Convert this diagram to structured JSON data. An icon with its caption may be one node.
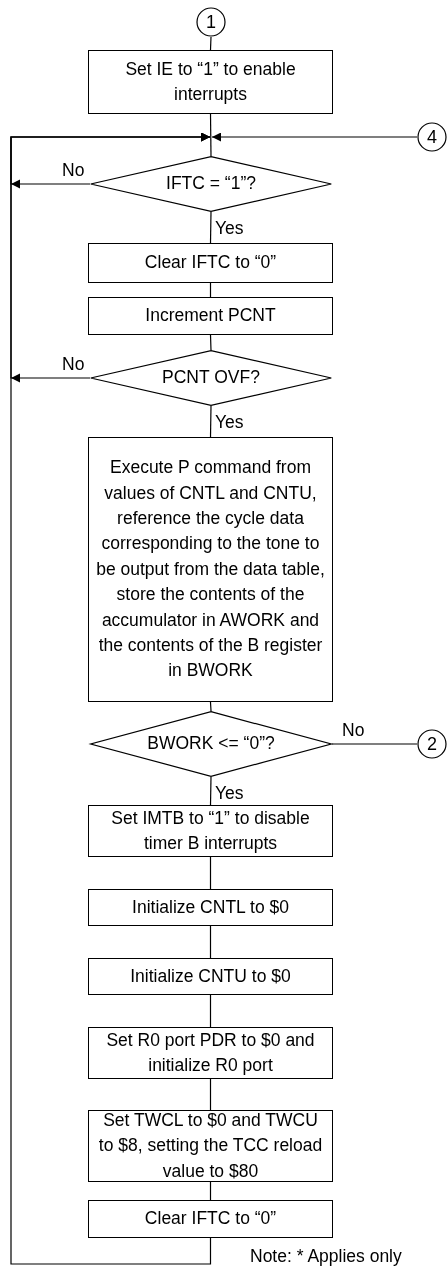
{
  "diagram": {
    "nodes": [
      {
        "text": [
          "1"
        ]
      },
      {
        "text": [
          "Set IE to “1” to enable interrupts"
        ]
      },
      {
        "text": [
          "4"
        ]
      },
      {
        "text": [
          "IFTC = “1”?"
        ]
      },
      {
        "text": [
          "Clear IFTC to “0”"
        ]
      },
      {
        "text": [
          "Increment PCNT"
        ]
      },
      {
        "text": [
          "PCNT OVF?"
        ]
      },
      {
        "text": [
          "Execute P command from values of CNTL and CNTU, reference the cycle data corresponding to the tone to be output from the data table, store the contents of the accumulator in AWORK and the contents of the B register in BWORK"
        ]
      },
      {
        "text": [
          "BWORK <= “0”?"
        ]
      },
      {
        "text": [
          "2"
        ]
      },
      {
        "text": [
          "Set IMTB to “1” to disable timer B interrupts"
        ]
      },
      {
        "text": [
          "Initialize CNTL to $0"
        ]
      },
      {
        "text": [
          "Initialize CNTU to $0"
        ]
      },
      {
        "text": [
          "Set R0 port PDR to $0 and initialize R0 port"
        ]
      },
      {
        "text": [
          "Set TWCL to $0 and TWCU to $8, setting the TCC reload value to $80"
        ]
      },
      {
        "text": [
          "Clear IFTC to “0”"
        ]
      }
    ],
    "edges": [
      {
        "from": 0,
        "to": 1,
        "arrow": "none"
      },
      {
        "from": 1,
        "to": 3,
        "arrow": "none"
      },
      {
        "from": 2,
        "to": 3,
        "arrow": "to"
      },
      {
        "from": 3,
        "to": 4,
        "arrow": "none",
        "label": "Yes"
      },
      {
        "from": 3,
        "to": 3,
        "arrow": "to",
        "label": "No"
      },
      {
        "from": 4,
        "to": 5,
        "arrow": "none"
      },
      {
        "from": 5,
        "to": 6,
        "arrow": "none"
      },
      {
        "from": 6,
        "to": 3,
        "arrow": "to",
        "label": "No"
      },
      {
        "from": 6,
        "to": 7,
        "arrow": "none",
        "label": "Yes"
      },
      {
        "from": 7,
        "to": 8,
        "arrow": "none"
      },
      {
        "from": 8,
        "to": 9,
        "arrow": "none",
        "label": "No"
      },
      {
        "from": 8,
        "to": 10,
        "arrow": "none",
        "label": "Yes"
      },
      {
        "from": 10,
        "to": 11,
        "arrow": "none"
      },
      {
        "from": 11,
        "to": 12,
        "arrow": "none"
      },
      {
        "from": 12,
        "to": 13,
        "arrow": "none"
      },
      {
        "from": 13,
        "to": 14,
        "arrow": "none"
      },
      {
        "from": 14,
        "to": 15,
        "arrow": "none"
      },
      {
        "from": 15,
        "to": 3,
        "arrow": "to"
      }
    ],
    "labels": [
      "Note: * Applies only"
    ]
  }
}
